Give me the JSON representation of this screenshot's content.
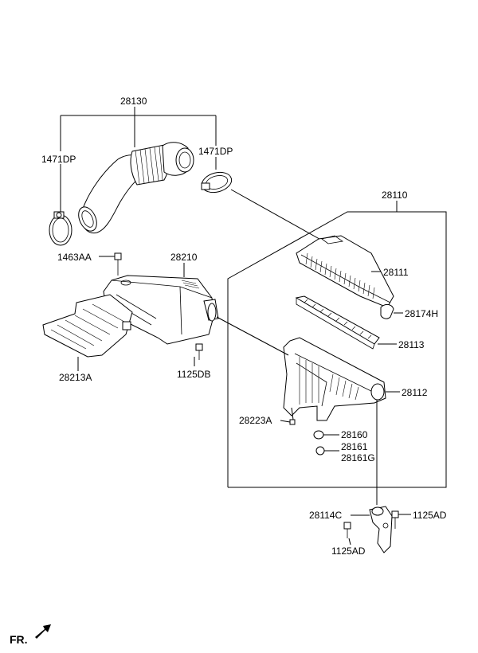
{
  "labels": {
    "p28130": "28130",
    "p1471dp_left": "1471DP",
    "p1471dp_right": "1471DP",
    "p28110": "28110",
    "p1463aa": "1463AA",
    "p28210": "28210",
    "p28111": "28111",
    "p28174h": "28174H",
    "p28113": "28113",
    "p28213a": "28213A",
    "p1125db": "1125DB",
    "p28112": "28112",
    "p28223a": "28223A",
    "p28160": "28160",
    "p28161": "28161",
    "p28161g": "28161G",
    "p28114c": "28114C",
    "p1125ad_right": "1125AD",
    "p1125ad_bottom": "1125AD"
  },
  "orientation": {
    "label": "FR.",
    "arrow_icon": "front-direction-arrow-icon"
  }
}
